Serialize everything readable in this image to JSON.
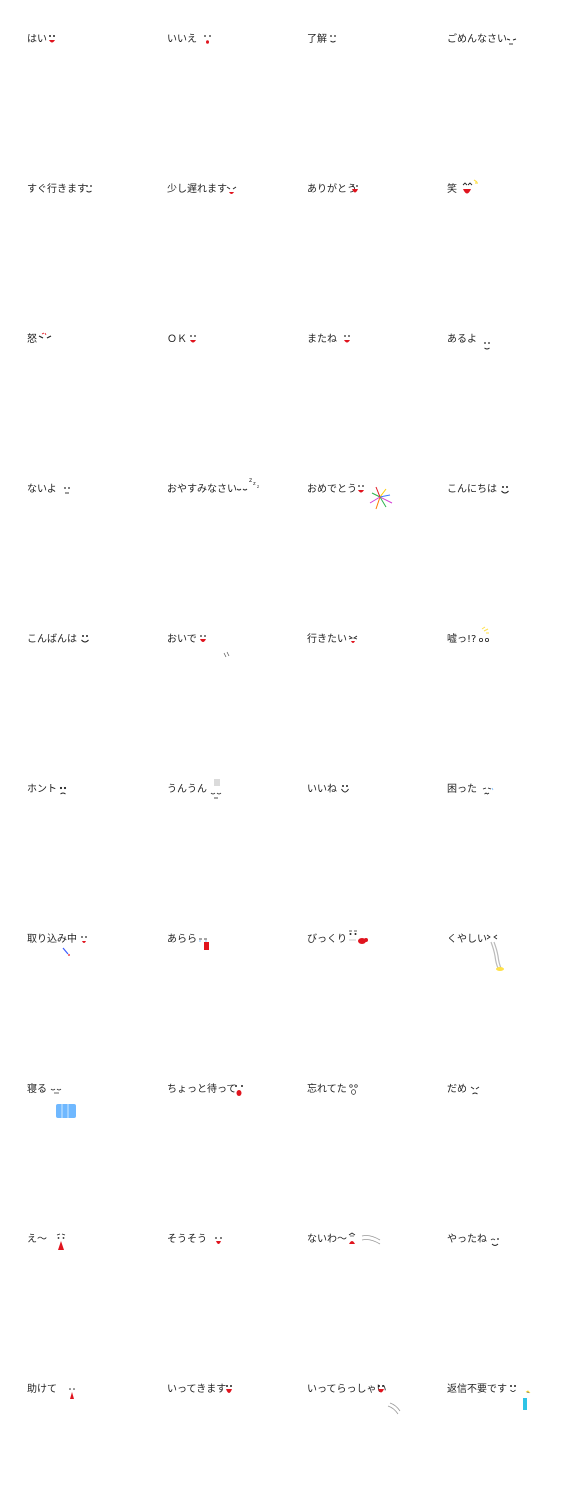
{
  "stickers": [
    {
      "label": "はい",
      "icon": "smile-face-icon"
    },
    {
      "label": "いいえ",
      "icon": "small-mouth-face-icon"
    },
    {
      "label": "了解",
      "icon": "calm-face-icon"
    },
    {
      "label": "ごめんなさい",
      "icon": "apologetic-face-icon"
    },
    {
      "label": "すぐ行きます",
      "icon": "plain-face-icon"
    },
    {
      "label": "少し遅れます",
      "icon": "sorry-face-icon"
    },
    {
      "label": "ありがとう",
      "icon": "happy-face-icon"
    },
    {
      "label": "笑",
      "icon": "laughing-face-icon"
    },
    {
      "label": "怒",
      "icon": "angry-face-icon"
    },
    {
      "label": "ＯＫ",
      "icon": "ok-face-icon"
    },
    {
      "label": "またね",
      "icon": "bye-face-icon"
    },
    {
      "label": "あるよ",
      "icon": "neutral-face-icon"
    },
    {
      "label": "ないよ",
      "icon": "flat-face-icon"
    },
    {
      "label": "おやすみなさい",
      "icon": "sleeping-face-icon"
    },
    {
      "label": "おめでとう",
      "icon": "fireworks-face-icon"
    },
    {
      "label": "こんにちは",
      "icon": "greeting-face-icon"
    },
    {
      "label": "こんばんは",
      "icon": "evening-face-icon"
    },
    {
      "label": "おいで",
      "icon": "beckoning-face-icon"
    },
    {
      "label": "行きたい",
      "icon": "eager-face-icon"
    },
    {
      "label": "嘘っ!?",
      "icon": "shocked-face-icon"
    },
    {
      "label": "ホント",
      "icon": "doubtful-face-icon"
    },
    {
      "label": "うんうん",
      "icon": "nodding-face-icon"
    },
    {
      "label": "いいね",
      "icon": "grin-face-icon"
    },
    {
      "label": "困った",
      "icon": "troubled-face-icon"
    },
    {
      "label": "取り込み中",
      "icon": "busy-face-icon"
    },
    {
      "label": "あらら",
      "icon": "oops-face-icon"
    },
    {
      "label": "びっくり",
      "icon": "surprised-face-icon"
    },
    {
      "label": "くやしい",
      "icon": "frustrated-face-icon"
    },
    {
      "label": "寝る",
      "icon": "bed-face-icon"
    },
    {
      "label": "ちょっと待って",
      "icon": "wait-face-icon"
    },
    {
      "label": "忘れてた",
      "icon": "forgot-face-icon"
    },
    {
      "label": "だめ",
      "icon": "no-face-icon"
    },
    {
      "label": "え〜",
      "icon": "dismayed-face-icon"
    },
    {
      "label": "そうそう",
      "icon": "agreeing-face-icon"
    },
    {
      "label": "ないわ〜",
      "icon": "disgusted-face-icon"
    },
    {
      "label": "やったね",
      "icon": "cheering-face-icon"
    },
    {
      "label": "助けて",
      "icon": "help-face-icon"
    },
    {
      "label": "いってきます",
      "icon": "leaving-face-icon"
    },
    {
      "label": "いってらっしゃい",
      "icon": "waving-face-icon"
    },
    {
      "label": "返信不要です",
      "icon": "no-reply-face-icon"
    }
  ],
  "colors": {
    "mouth": "#e0141e",
    "eye": "#222222",
    "accent_blue": "#6fb8ff",
    "accent_yellow": "#ffe14a"
  }
}
